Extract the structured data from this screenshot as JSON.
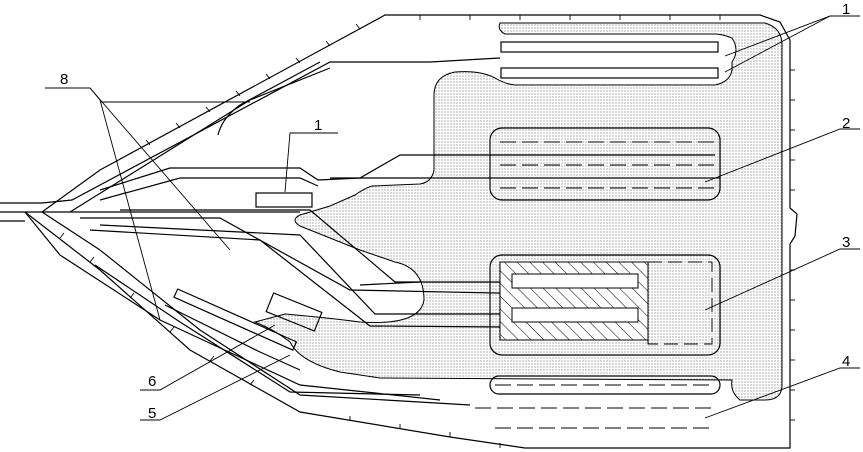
{
  "labels": {
    "top_right": "1",
    "center": "1",
    "left": "8",
    "area_2": "2",
    "area_3": "3",
    "area_4": "4",
    "area_5": "5",
    "area_6": "6"
  },
  "colors": {
    "line": "#000000",
    "dot_fill": "#555555",
    "background": "#ffffff"
  }
}
